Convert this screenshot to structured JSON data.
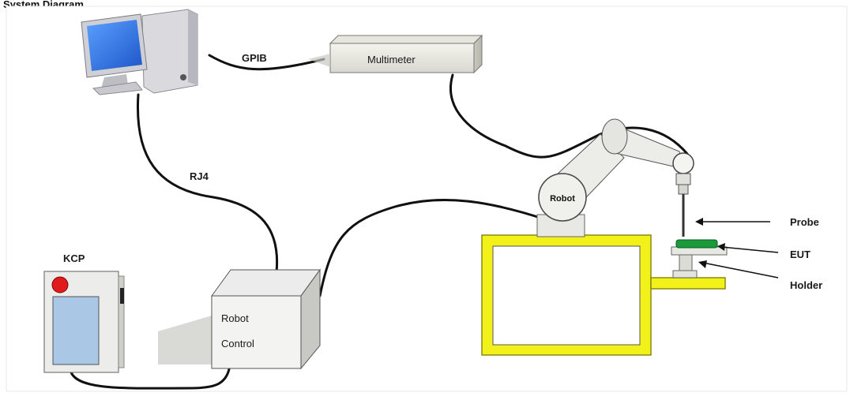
{
  "header": {
    "title": "System Diagram"
  },
  "labels": {
    "gpib": "GPIB",
    "multimeter": "Multimeter",
    "rj4": "RJ4",
    "robot": "Robot",
    "kcp": "KCP",
    "robot_control_line1": "Robot",
    "robot_control_line2": "Control",
    "probe": "Probe",
    "eut": "EUT",
    "holder": "Holder"
  },
  "colors": {
    "table_yellow": "#f2f21a",
    "kcp_screen": "#aac8e6",
    "kcp_button": "#e11b1b",
    "eut_green": "#1a9a3a",
    "monitor_blue": "#1e56c8"
  },
  "icons": [
    "computer-icon"
  ]
}
